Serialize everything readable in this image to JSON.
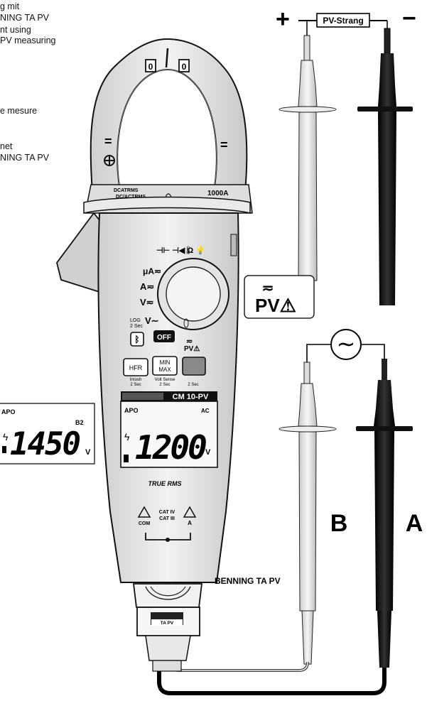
{
  "instruction_text": {
    "lines_de": [
      "g mit",
      "NING TA PV"
    ],
    "lines_en": [
      "nt using",
      "PV measuring"
    ],
    "lines_fr": [
      "e mesure"
    ],
    "lines_nl": [
      "net",
      "NING TA PV"
    ]
  },
  "string_label": "PV-Strang",
  "polarity": {
    "plus": "+",
    "minus": "−"
  },
  "pv_badge": {
    "line1": "≂",
    "line2": "PV⚠"
  },
  "meter": {
    "clamp_marks": {
      "left": "0",
      "right": "0",
      "left_minus": "=",
      "right_minus": "="
    },
    "clamp_plate_left_1": "DCATRMS",
    "clamp_plate_left_2": "DC/ACTRMS",
    "clamp_plate_right": "1000A",
    "dial": {
      "top_symbols": "⊣⊢ ⊣◀ Ω",
      "icons": "🌡 💡",
      "ua": "μA≂",
      "a": "A≂",
      "v_dc": "V≂",
      "v_ac": "V∼",
      "log_label": "LOG",
      "log_sub": "2 Sec",
      "pv_label": "PV⚠",
      "pv_wave": "≂"
    },
    "buttons": {
      "bluetooth": "ᛒ",
      "off": "OFF",
      "hfr": "HFR",
      "hfr_sub1": "Inrush",
      "hfr_sub2": "2 Sec",
      "minmax_1": "MIN",
      "minmax_2": "MAX",
      "minmax_sub1": "Volt Sense",
      "minmax_sub2": "2 Sec",
      "light_sub": "2 Sec"
    },
    "brand_band": "CM 10-PV",
    "display": {
      "apo": "APO",
      "reading": "1200",
      "unit": "V",
      "corner": "AC"
    },
    "true_rms": "TRUE RMS",
    "bottom_warnings": {
      "left": "COM",
      "center_1": "CAT IV",
      "center_2": "CAT III",
      "right": "A"
    }
  },
  "adapter": {
    "label": "TA PV",
    "name": "BENNING TA PV"
  },
  "zoom_display": {
    "apo": "APO",
    "corner": "B2",
    "reading": "1450",
    "unit": "V"
  },
  "ac_source_symbol": "∼",
  "lead_labels": {
    "b": "B",
    "a": "A"
  }
}
